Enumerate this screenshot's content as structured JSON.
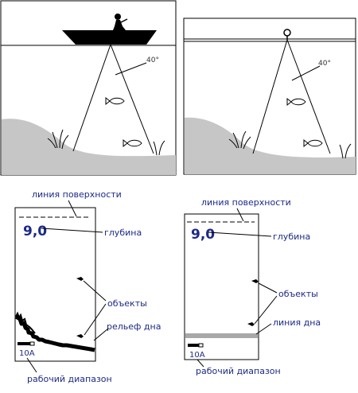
{
  "scenes": {
    "left": {
      "angle_label": "40°"
    },
    "right": {
      "angle_label": "40°"
    }
  },
  "screens": {
    "left": {
      "depth_value": "9,0",
      "range_value": "10A",
      "labels": {
        "surface_line": "линия поверхности",
        "depth": "глубина",
        "objects": "объекты",
        "bottom": "рельеф дна",
        "range": "рабочий диапазон"
      }
    },
    "right": {
      "depth_value": "9,0",
      "range_value": "10A",
      "labels": {
        "surface_line": "линия поверхности",
        "depth": "глубина",
        "objects": "объекты",
        "bottom": "линия дна",
        "range": "рабочий диапазон"
      }
    }
  },
  "colors": {
    "text": "#1c2a86",
    "terrain": "#c6c6c6",
    "boat": "#000000"
  }
}
